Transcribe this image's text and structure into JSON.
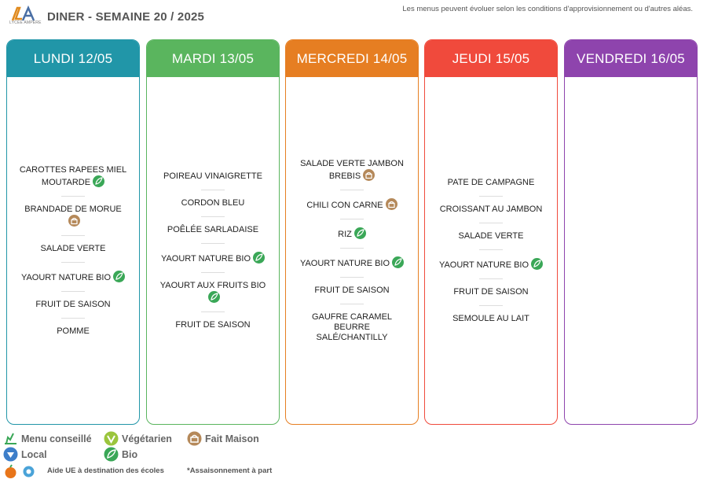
{
  "header": {
    "title": "DINER - SEMAINE 20 / 2025",
    "logo_text": "LYCÉE AMPÈRE",
    "note": "Les menus peuvent évoluer selon les conditions d'approvisionnement ou d'autres aléas."
  },
  "colors": {
    "lundi": "#2196a8",
    "mardi": "#5ab55e",
    "mercredi": "#e67e22",
    "jeudi": "#f04a3c",
    "vendredi": "#8e44ad",
    "bio": "#3aa757",
    "fait_maison": "#b5895a"
  },
  "days": {
    "lundi": {
      "label": "LUNDI 12/05",
      "items": [
        {
          "l1": "CAROTTES RAPEES MIEL",
          "l2": "MOUTARDE",
          "badge": "bio-icon"
        },
        {
          "l1": "BRANDADE DE MORUE",
          "badge": "fait-maison-icon"
        },
        {
          "l1": "SALADE VERTE"
        },
        {
          "l1": "YAOURT NATURE BIO",
          "badge": "bio-icon"
        },
        {
          "l1": "FRUIT DE SAISON"
        },
        {
          "l1": "POMME"
        }
      ]
    },
    "mardi": {
      "label": "MARDI 13/05",
      "items": [
        {
          "l1": "POIREAU VINAIGRETTE"
        },
        {
          "l1": "CORDON BLEU"
        },
        {
          "l1": "POÊLÉE SARLADAISE"
        },
        {
          "l1": "YAOURT NATURE BIO",
          "badge": "bio-icon"
        },
        {
          "l1": "YAOURT AUX FRUITS BIO",
          "badge": "bio-icon"
        },
        {
          "l1": "FRUIT DE SAISON"
        }
      ]
    },
    "mercredi": {
      "label": "MERCREDI 14/05",
      "items": [
        {
          "l1": "SALADE VERTE JAMBON",
          "l2": "BREBIS",
          "badge": "fait-maison-icon"
        },
        {
          "l1": "CHILI CON CARNE",
          "badge": "fait-maison-icon"
        },
        {
          "l1": "RIZ",
          "badge": "bio-icon"
        },
        {
          "l1": "YAOURT NATURE BIO",
          "badge": "bio-icon"
        },
        {
          "l1": "FRUIT DE SAISON"
        },
        {
          "l1": "GAUFRE CARAMEL BEURRE",
          "l2": "SALÉ/CHANTILLY"
        }
      ]
    },
    "jeudi": {
      "label": "JEUDI 15/05",
      "items": [
        {
          "l1": "PATE DE CAMPAGNE"
        },
        {
          "l1": "CROISSANT AU JAMBON"
        },
        {
          "l1": "SALADE VERTE"
        },
        {
          "l1": "YAOURT NATURE BIO",
          "badge": "bio-icon"
        },
        {
          "l1": "FRUIT DE SAISON"
        },
        {
          "l1": "SEMOULE AU LAIT"
        }
      ]
    },
    "vendredi": {
      "label": "VENDREDI 16/05",
      "items": []
    }
  },
  "legend": {
    "menu_conseille": "Menu conseillé",
    "vegetarien": "Végétarien",
    "fait_maison": "Fait Maison",
    "local": "Local",
    "bio": "Bio",
    "aide_ue": "Aide UE à destination des écoles",
    "assaisonnement": "*Assaisonnement à part"
  }
}
